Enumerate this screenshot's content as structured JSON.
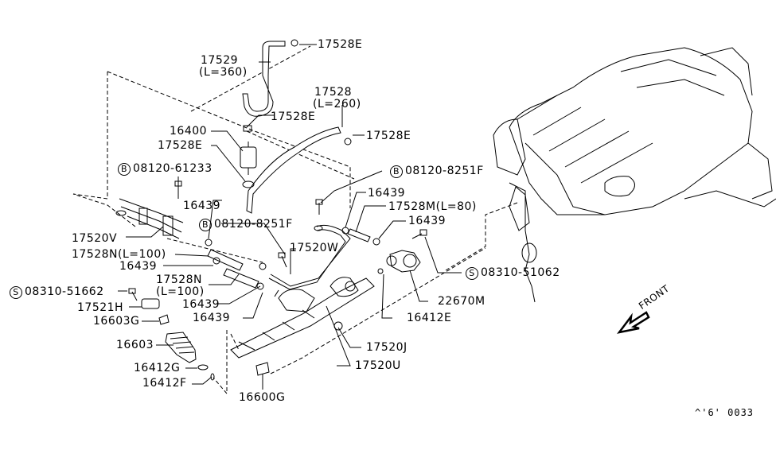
{
  "diagram": {
    "title": "Fuel Line / Fuel Injector Parts Diagram",
    "orientation_label": "FRONT",
    "reference_code": "^'6' 0033",
    "parts": [
      {
        "id": "17528E_a",
        "label": "17528E"
      },
      {
        "id": "17529",
        "label": "17529",
        "sub": "(L=360)"
      },
      {
        "id": "17528",
        "label": "17528",
        "sub": "(L=260)"
      },
      {
        "id": "17528E_b",
        "label": "17528E"
      },
      {
        "id": "17528E_c",
        "label": "17528E"
      },
      {
        "id": "16400",
        "label": "16400"
      },
      {
        "id": "17528E_d",
        "label": "17528E"
      },
      {
        "id": "08120-61233",
        "label": "08120-61233",
        "badge": "B"
      },
      {
        "id": "08120-8251F_a",
        "label": "08120-8251F",
        "badge": "B"
      },
      {
        "id": "08120-8251F_b",
        "label": "08120-8251F",
        "badge": "B"
      },
      {
        "id": "16439_a",
        "label": "16439"
      },
      {
        "id": "16439_b",
        "label": "16439"
      },
      {
        "id": "17528M",
        "label": "17528M(L=80)"
      },
      {
        "id": "16439_c",
        "label": "16439"
      },
      {
        "id": "17520V",
        "label": "17520V"
      },
      {
        "id": "17528N_a",
        "label": "17528N(L=100)"
      },
      {
        "id": "16439_d",
        "label": "16439"
      },
      {
        "id": "17520W",
        "label": "17520W"
      },
      {
        "id": "17528N_b",
        "label": "17528N",
        "sub": "(L=100)"
      },
      {
        "id": "08310-51662",
        "label": "08310-51662",
        "badge": "S"
      },
      {
        "id": "17521H",
        "label": "17521H"
      },
      {
        "id": "16439_e",
        "label": "16439"
      },
      {
        "id": "16439_f",
        "label": "16439"
      },
      {
        "id": "16603G",
        "label": "16603G"
      },
      {
        "id": "16603",
        "label": "16603"
      },
      {
        "id": "16412G",
        "label": "16412G"
      },
      {
        "id": "16412F",
        "label": "16412F"
      },
      {
        "id": "16600G",
        "label": "16600G"
      },
      {
        "id": "17520U",
        "label": "17520U"
      },
      {
        "id": "17520J",
        "label": "17520J"
      },
      {
        "id": "16412E",
        "label": "16412E"
      },
      {
        "id": "22670M",
        "label": "22670M"
      },
      {
        "id": "08310-51062",
        "label": "08310-51062",
        "badge": "S"
      }
    ]
  }
}
